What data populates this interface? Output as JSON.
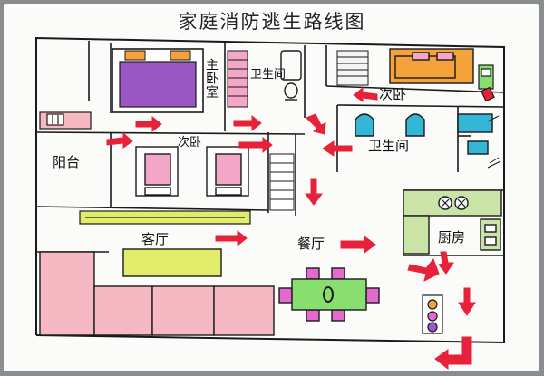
{
  "title": "家庭消防逃生路线图",
  "rooms": {
    "master_bedroom": "主卧室",
    "bathroom_left": "卫生间",
    "second_bedroom_right": "次卧",
    "second_bedroom_center": "次卧",
    "balcony": "阳台",
    "bathroom_right": "卫生间",
    "living_room": "客厅",
    "dining_room": "餐厅",
    "kitchen": "厨房"
  },
  "colors": {
    "arrow": "#e8213a",
    "bed_purple": "#9b57c6",
    "stairs_pink": "#f2a7c8",
    "cabinet_orange": "#f6a23c",
    "sofa_yellow": "#e3eb6a",
    "wall_pink": "#f6b8c2",
    "table_green": "#88df70",
    "chair_magenta": "#e46ad0",
    "bath_cyan": "#34b6d6",
    "kitchen_green": "#c9e4a6"
  }
}
